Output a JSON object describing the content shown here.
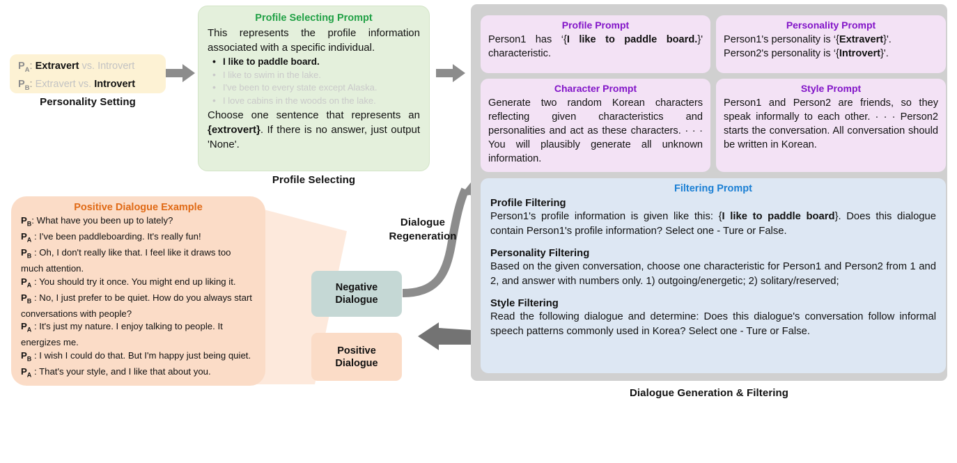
{
  "personality_setting": {
    "caption": "Personality Setting",
    "rows": [
      {
        "label": "P",
        "sub": "A",
        "extravert": "Extravert",
        "vs": "vs.",
        "introvert": "Introvert",
        "selected": "extravert"
      },
      {
        "label": "P",
        "sub": "B",
        "extravert": "Extravert",
        "vs": "vs.",
        "introvert": "Introvert",
        "selected": "introvert"
      }
    ]
  },
  "profile_selecting": {
    "caption": "Profile Selecting",
    "title": "Profile Selecting Prompt",
    "intro": "This represents the profile information associated with a specific individual.",
    "bullets": [
      {
        "text": "I like to paddle board.",
        "selected": true
      },
      {
        "text": "I like to swim in the lake.",
        "selected": false
      },
      {
        "text": "I've been to every state except Alaska.",
        "selected": false
      },
      {
        "text": "I love cabins in the woods on the lake.",
        "selected": false
      }
    ],
    "outro_pre": "Choose one sentence that represents an ",
    "outro_bold": "{extrovert}",
    "outro_post": ". If there is no answer, just output 'None'."
  },
  "generation": {
    "caption": "Dialogue Generation & Filtering",
    "profile_prompt": {
      "title": "Profile Prompt",
      "pre": "Person1 has ‘{",
      "bold": "I like to paddle board.",
      "post": "}' characteristic."
    },
    "personality_prompt": {
      "title": "Personality Prompt",
      "line1_pre": "Person1's personality is ‘{",
      "line1_bold": "Extravert",
      "line1_post": "}'.",
      "line2_pre": "Person2's personality is ‘{",
      "line2_bold": "Introvert",
      "line2_post": "}'."
    },
    "character_prompt": {
      "title": "Character Prompt",
      "body": "Generate two random Korean characters reflecting given characteristics and personalities and act as these characters. · · · You will plausibly generate all unknown information."
    },
    "style_prompt": {
      "title": "Style Prompt",
      "body": "Person1 and Person2 are friends, so they speak informally to each other. · · · Person2 starts the conversation. All conversation should be written in Korean."
    },
    "filtering_prompt": {
      "title": "Filtering Prompt",
      "sections": [
        {
          "heading": "Profile Filtering",
          "pre": "Person1's profile information is given like this: {",
          "bold": "I like to paddle board",
          "post": "}. Does this dialogue contain Person1's profile information? Select one - Ture or False."
        },
        {
          "heading": "Personality Filtering",
          "pre": "Based on the given conversation, choose one characteristic for Person1 and Person2 from 1 and 2, and answer with numbers only. 1) outgoing/energetic; 2) solitary/reserved;",
          "bold": "",
          "post": ""
        },
        {
          "heading": "Style Filtering",
          "pre": "Read the following dialogue and determine: Does this dialogue's conversation follow informal speech patterns commonly used in Korea? Select one - Ture or False.",
          "bold": "",
          "post": ""
        }
      ]
    }
  },
  "dialogue_example": {
    "title": "Positive Dialogue Example",
    "lines": [
      {
        "speaker": "P",
        "sub": "B",
        "text": "What have you been up to lately?"
      },
      {
        "speaker": "P",
        "sub": "A",
        "text": "I've been paddleboarding. It's really fun!"
      },
      {
        "speaker": "P",
        "sub": "B",
        "text": "Oh, I don't really like that. I feel like it draws too much attention."
      },
      {
        "speaker": "P",
        "sub": "A",
        "text": "You should try it once. You might end up liking it."
      },
      {
        "speaker": "P",
        "sub": "B",
        "text": "No, I just prefer to be quiet. How do you always start conversations with people?"
      },
      {
        "speaker": "P",
        "sub": "A",
        "text": "It's just my nature. I enjoy talking to people. It energizes me."
      },
      {
        "speaker": "P",
        "sub": "B",
        "text": "I wish I could do that. But I'm happy just being quiet."
      },
      {
        "speaker": "P",
        "sub": "A",
        "text": "That's your style, and I like that about you."
      }
    ]
  },
  "flow": {
    "regeneration_label": "Dialogue\nRegeneration",
    "negative_dialogue": "Negative\nDialogue",
    "positive_dialogue": "Positive\nDialogue"
  },
  "colors": {
    "green_accent": "#22a146",
    "purple_accent": "#8214c8",
    "blue_accent": "#1a7fd4",
    "orange_accent": "#e06a16",
    "arrow_gray": "#808080",
    "panel_gray": "#d0d0d0"
  }
}
